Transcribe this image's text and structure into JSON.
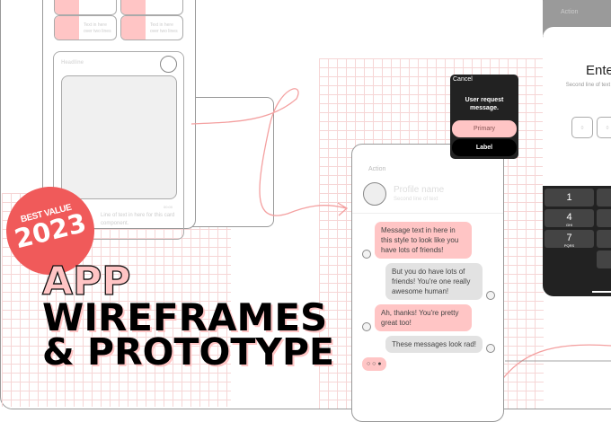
{
  "badge": {
    "line1": "BEST VALUE",
    "line2": "2023",
    "color": "#f05a5a"
  },
  "title": {
    "line1": "APP",
    "line2": "WIREFRAMES",
    "line3": "& PROTOTYPE",
    "accent": "#ffc5c5"
  },
  "left_phone": {
    "tile_text": "Text in here over two lines",
    "card_headline": "Headline",
    "card_time": "00:00",
    "card_body": "Line of text in here for this card component."
  },
  "modal": {
    "cancel": "Cancel",
    "message": "User request message.",
    "primary": "Primary",
    "label": "Label"
  },
  "chat": {
    "action": "Action",
    "profile_name": "Profile name",
    "profile_sub": "Second line of text",
    "messages": [
      "Message text in here in this style to look like you have lots of friends!",
      "But you do have lots of friends! You're one really awesome human!",
      "Ah, thanks! You're pretty great too!",
      "These messages look rad!"
    ]
  },
  "pin_phone": {
    "action": "Action",
    "title": "Enter",
    "subtitle": "Second line of text element",
    "digit": "0",
    "keys": [
      {
        "n": "1",
        "l": ""
      },
      {
        "n": "4",
        "l": "GHI"
      },
      {
        "n": "7",
        "l": "PQRS"
      }
    ]
  }
}
